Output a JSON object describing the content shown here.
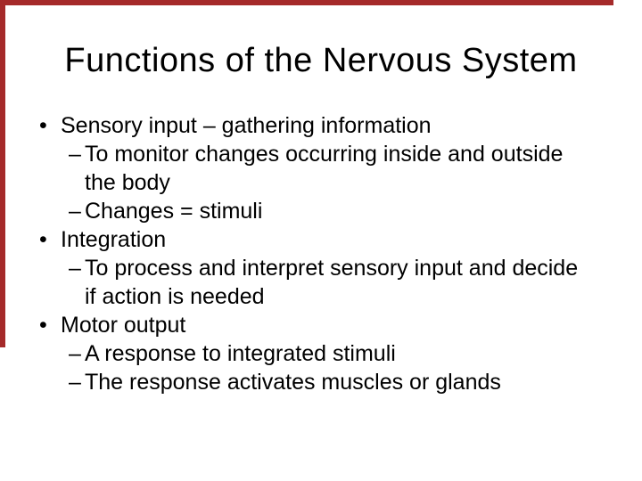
{
  "slide": {
    "title": "Functions of the Nervous System",
    "markers": {
      "level1": "•",
      "level2": "–"
    },
    "bullets": [
      {
        "text": "Sensory input – gathering information",
        "subs": [
          "To monitor changes occurring inside and outside the body",
          "Changes = stimuli"
        ]
      },
      {
        "text": "Integration",
        "subs": [
          "To process and interpret sensory input and decide if action is needed"
        ]
      },
      {
        "text": "Motor output",
        "subs": [
          "A response to integrated stimuli",
          "The response activates muscles or glands"
        ]
      }
    ],
    "colors": {
      "background": "#ffffff",
      "text": "#000000",
      "accent_line": "#a52a2a"
    }
  }
}
